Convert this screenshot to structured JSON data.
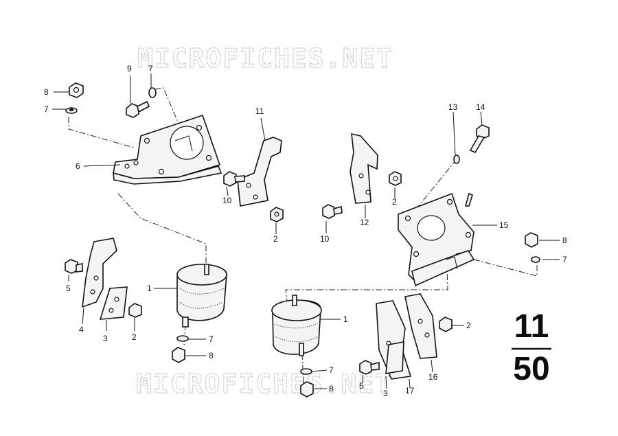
{
  "watermark": "MICROFICHES.NET",
  "page_number": {
    "top": "11",
    "bottom": "50"
  },
  "callouts": {
    "c1": "1",
    "c1b": "1",
    "c2a": "2",
    "c2b": "2",
    "c2c": "2",
    "c2d": "2",
    "c3a": "3",
    "c3b": "3",
    "c4": "4",
    "c5a": "5",
    "c5b": "5",
    "c6": "6",
    "c7a": "7",
    "c7b": "7",
    "c7c": "7",
    "c7d": "7",
    "c7e": "7",
    "c8a": "8",
    "c8b": "8",
    "c8c": "8",
    "c8d": "8",
    "c9": "9",
    "c10a": "10",
    "c10b": "10",
    "c11": "11",
    "c12": "12",
    "c13": "13",
    "c14": "14",
    "c15": "15",
    "c16": "16",
    "c17": "17"
  }
}
